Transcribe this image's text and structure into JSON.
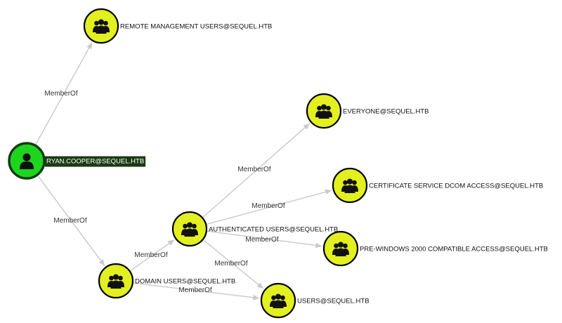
{
  "colors": {
    "group_fill": "#e3f01f",
    "group_stroke": "#000000",
    "user_fill": "#1ed51e",
    "user_stroke": "#123d12",
    "label_highlight_bg": "#1b3a14",
    "edge": "#c9c9c9",
    "icon": "#111111"
  },
  "nodes": [
    {
      "id": "ryan",
      "kind": "user",
      "icon": "user-icon",
      "label": "RYAN.COOPER@SEQUEL.HTB",
      "highlighted": true
    },
    {
      "id": "rmu",
      "kind": "group",
      "icon": "group-icon",
      "label": "REMOTE MANAGEMENT USERS@SEQUEL.HTB"
    },
    {
      "id": "everyone",
      "kind": "group",
      "icon": "group-icon",
      "label": "EVERYONE@SEQUEL.HTB"
    },
    {
      "id": "certdcom",
      "kind": "group",
      "icon": "group-icon",
      "label": "CERTIFICATE SERVICE DCOM ACCESS@SEQUEL.HTB"
    },
    {
      "id": "authusers",
      "kind": "group",
      "icon": "group-icon",
      "label": "AUTHENTICATED USERS@SEQUEL.HTB"
    },
    {
      "id": "prewin2k",
      "kind": "group",
      "icon": "group-icon",
      "label": "PRE-WINDOWS 2000 COMPATIBLE ACCESS@SEQUEL.HTB"
    },
    {
      "id": "domainusers",
      "kind": "group",
      "icon": "group-icon",
      "label": "DOMAIN USERS@SEQUEL.HTB"
    },
    {
      "id": "users",
      "kind": "group",
      "icon": "group-icon",
      "label": "USERS@SEQUEL.HTB"
    }
  ],
  "edges": [
    {
      "id": "e1",
      "from": "ryan",
      "to": "rmu",
      "label": "MemberOf"
    },
    {
      "id": "e2",
      "from": "ryan",
      "to": "domainusers",
      "label": "MemberOf"
    },
    {
      "id": "e3",
      "from": "domainusers",
      "to": "authusers",
      "label": "MemberOf"
    },
    {
      "id": "e4",
      "from": "domainusers",
      "to": "users",
      "label": "MemberOf"
    },
    {
      "id": "e5",
      "from": "authusers",
      "to": "everyone",
      "label": "MemberOf"
    },
    {
      "id": "e6",
      "from": "authusers",
      "to": "certdcom",
      "label": "MemberOf"
    },
    {
      "id": "e7",
      "from": "authusers",
      "to": "prewin2k",
      "label": "MemberOf"
    },
    {
      "id": "e8",
      "from": "authusers",
      "to": "users",
      "label": "MemberOf"
    }
  ]
}
